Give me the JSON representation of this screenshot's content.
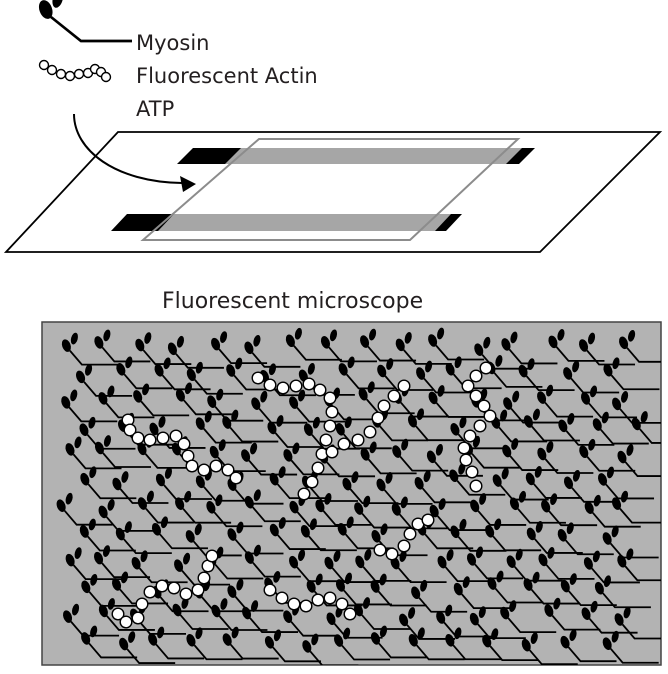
{
  "legend": {
    "myosin_label": "Myosin",
    "actin_label": "Fluorescent Actin",
    "atp_label": "ATP"
  },
  "microscope": {
    "title": "Fluorescent microscope"
  },
  "colors": {
    "ink": "#000000",
    "panel_fill": "#b3b3b3",
    "channel_gray": "#a6a6a6",
    "coverslip_edge": "#8c8c8c",
    "bead_fill": "#ffffff"
  },
  "icons": {
    "myosin": "myosin-motor-icon",
    "actin": "actin-filament-icon",
    "arrow": "curved-arrow-icon"
  }
}
